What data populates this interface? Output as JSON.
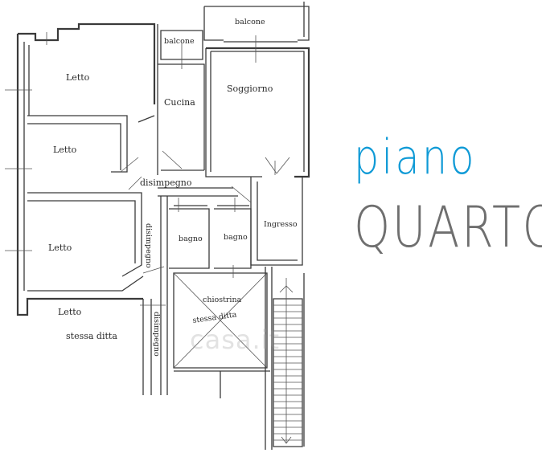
{
  "title": {
    "line1": "piano",
    "line2": "QUARTO"
  },
  "watermark": "casa.it",
  "colors": {
    "title_line1": "#0f9ad6",
    "title_line2": "#6f6f6f",
    "ink": "#3a3a3a"
  },
  "rooms": {
    "letto_1": "Letto",
    "letto_2": "Letto",
    "letto_3": "Letto",
    "letto_4": "Letto",
    "stessa_ditta_1": "stessa ditta",
    "balcone_top": "balcone",
    "balcone_small": "balcone",
    "cucina": "Cucina",
    "soggiorno": "Soggiorno",
    "disimpegno_h": "disimpegno",
    "disimpegno_v1": "disimpegno",
    "disimpegno_v2": "disimpegno",
    "bagno_1": "bagno",
    "bagno_2": "bagno",
    "ingresso": "Ingresso",
    "chiostrina": "chiostrina",
    "stessa_ditta_2": "stessa ditta"
  }
}
